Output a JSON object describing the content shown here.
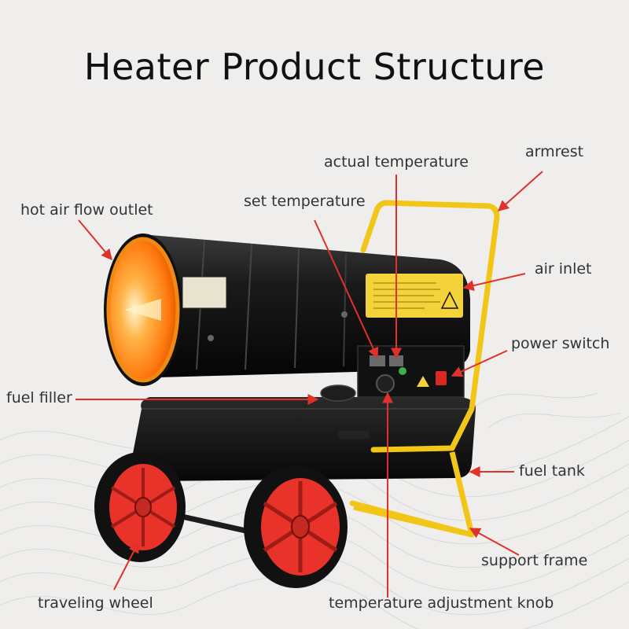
{
  "title": "Heater Product Structure",
  "labels": {
    "actual_temperature": "actual temperature",
    "armrest": "armrest",
    "set_temperature": "set temperature",
    "hot_air_flow_outlet": "hot air flow outlet",
    "air_inlet": "air inlet",
    "power_switch": "power switch",
    "fuel_filler": "fuel filler",
    "fuel_tank": "fuel tank",
    "support_frame": "support frame",
    "traveling_wheel": "traveling wheel",
    "temperature_adjustment_knob": "temperature adjustment knob"
  },
  "colors": {
    "background": "#efeeec",
    "body": "#151515",
    "frame": "#f2c619",
    "wheel": "#e8322a",
    "tire": "#111111",
    "flame": "#ff8a1e",
    "arrow": "#e0312a",
    "decal": "#f3d23a"
  }
}
